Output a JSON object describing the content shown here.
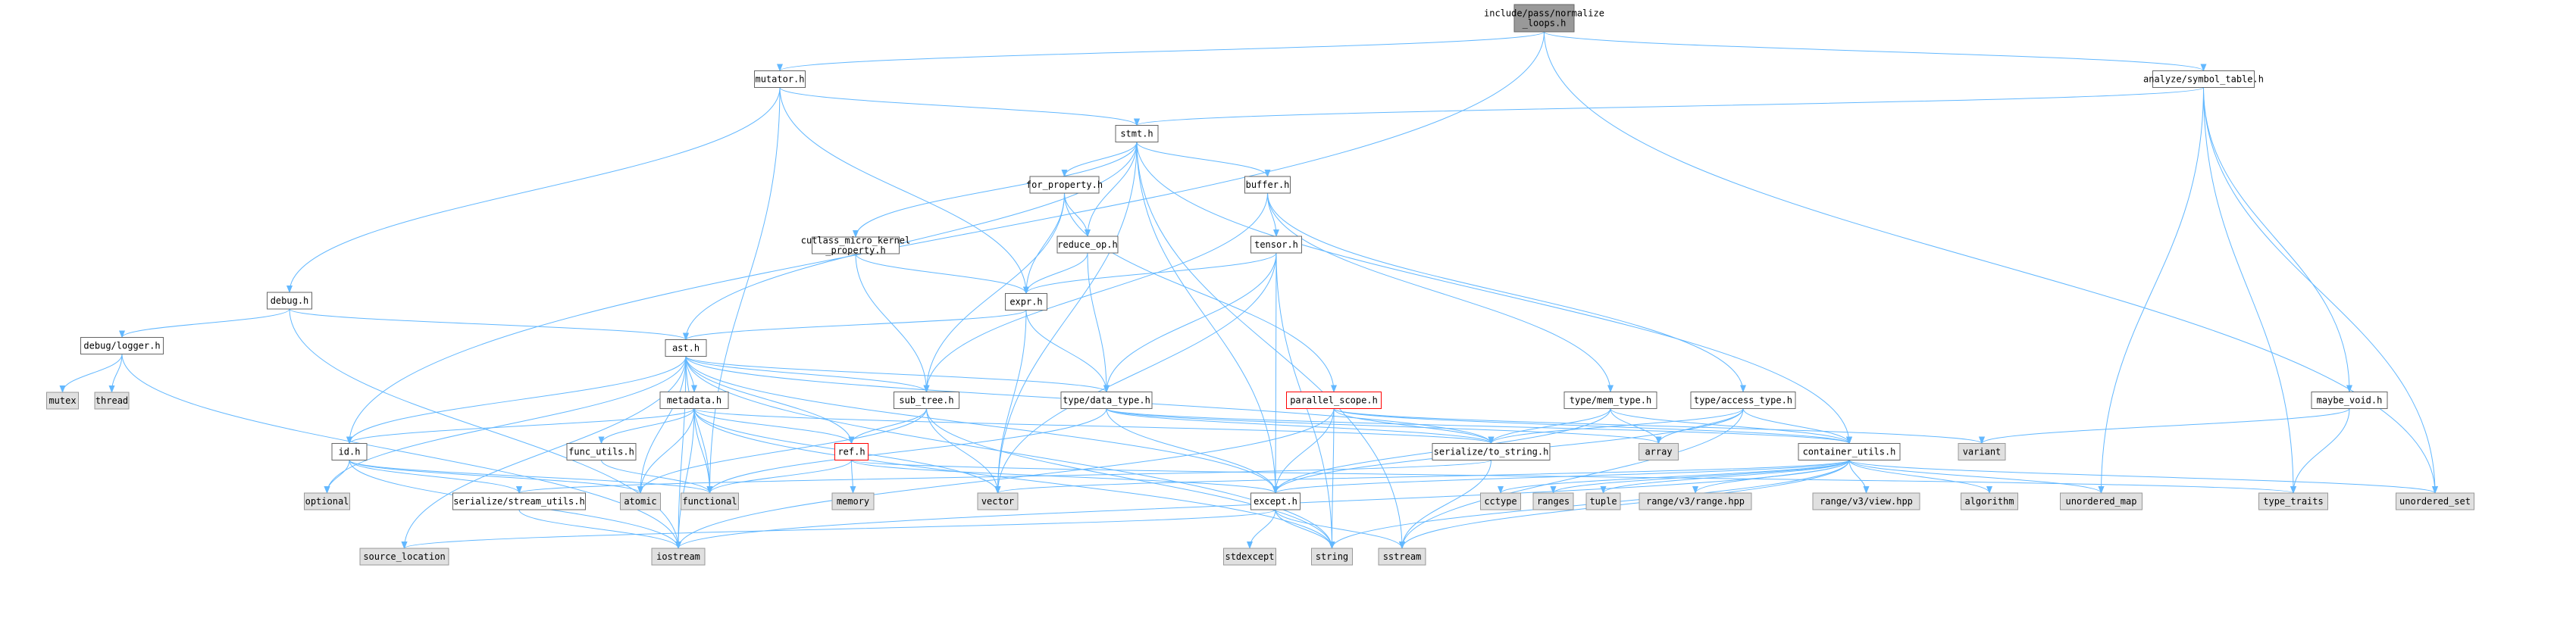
{
  "graph": {
    "colors": {
      "edge": "#63B8FF",
      "root_fill": "#999999",
      "local_fill": "#FFFFFF",
      "external_fill": "#E0E0E0",
      "border": "#666666",
      "external_border": "#999999",
      "highlight_border": "#FF0000",
      "text": "#000000"
    },
    "nodes": [
      {
        "id": "root",
        "label": "include/pass/normalize\n_loops.h",
        "kind": "root"
      },
      {
        "id": "mutator",
        "label": "mutator.h",
        "kind": "local"
      },
      {
        "id": "analyze",
        "label": "analyze/symbol_table.h",
        "kind": "local"
      },
      {
        "id": "stmt",
        "label": "stmt.h",
        "kind": "local"
      },
      {
        "id": "for_property",
        "label": "for_property.h",
        "kind": "local"
      },
      {
        "id": "buffer",
        "label": "buffer.h",
        "kind": "local"
      },
      {
        "id": "cutlass",
        "label": "cutlass_micro_kernel\n_property.h",
        "kind": "local"
      },
      {
        "id": "reduce_op",
        "label": "reduce_op.h",
        "kind": "local"
      },
      {
        "id": "tensor",
        "label": "tensor.h",
        "kind": "local"
      },
      {
        "id": "debug",
        "label": "debug.h",
        "kind": "local"
      },
      {
        "id": "expr",
        "label": "expr.h",
        "kind": "local"
      },
      {
        "id": "debug_logger",
        "label": "debug/logger.h",
        "kind": "local"
      },
      {
        "id": "ast",
        "label": "ast.h",
        "kind": "local"
      },
      {
        "id": "mutex",
        "label": "mutex",
        "kind": "external"
      },
      {
        "id": "thread",
        "label": "thread",
        "kind": "external"
      },
      {
        "id": "metadata",
        "label": "metadata.h",
        "kind": "local"
      },
      {
        "id": "sub_tree",
        "label": "sub_tree.h",
        "kind": "local"
      },
      {
        "id": "data_type",
        "label": "type/data_type.h",
        "kind": "local"
      },
      {
        "id": "parallel_scope",
        "label": "parallel_scope.h",
        "kind": "highlight"
      },
      {
        "id": "mem_type",
        "label": "type/mem_type.h",
        "kind": "local"
      },
      {
        "id": "access_type",
        "label": "type/access_type.h",
        "kind": "local"
      },
      {
        "id": "maybe_void",
        "label": "maybe_void.h",
        "kind": "local"
      },
      {
        "id": "id",
        "label": "id.h",
        "kind": "local"
      },
      {
        "id": "func_utils",
        "label": "func_utils.h",
        "kind": "local"
      },
      {
        "id": "ref",
        "label": "ref.h",
        "kind": "highlight"
      },
      {
        "id": "serialize_to_string",
        "label": "serialize/to_string.h",
        "kind": "local"
      },
      {
        "id": "array",
        "label": "array",
        "kind": "external"
      },
      {
        "id": "variant",
        "label": "variant",
        "kind": "external"
      },
      {
        "id": "container_utils",
        "label": "container_utils.h",
        "kind": "local"
      },
      {
        "id": "optional",
        "label": "optional",
        "kind": "external"
      },
      {
        "id": "stream_utils",
        "label": "serialize/stream_utils.h",
        "kind": "local"
      },
      {
        "id": "atomic",
        "label": "atomic",
        "kind": "external"
      },
      {
        "id": "functional",
        "label": "functional",
        "kind": "external"
      },
      {
        "id": "memory",
        "label": "memory",
        "kind": "external"
      },
      {
        "id": "vector",
        "label": "vector",
        "kind": "external"
      },
      {
        "id": "except",
        "label": "except.h",
        "kind": "local"
      },
      {
        "id": "cctype",
        "label": "cctype",
        "kind": "external"
      },
      {
        "id": "ranges",
        "label": "ranges",
        "kind": "external"
      },
      {
        "id": "tuple",
        "label": "tuple",
        "kind": "external"
      },
      {
        "id": "range_v3_range",
        "label": "range/v3/range.hpp",
        "kind": "external"
      },
      {
        "id": "range_v3_view",
        "label": "range/v3/view.hpp",
        "kind": "external"
      },
      {
        "id": "algorithm",
        "label": "algorithm",
        "kind": "external"
      },
      {
        "id": "unordered_map",
        "label": "unordered_map",
        "kind": "external"
      },
      {
        "id": "type_traits",
        "label": "type_traits",
        "kind": "external"
      },
      {
        "id": "unordered_set",
        "label": "unordered_set",
        "kind": "external"
      },
      {
        "id": "source_location",
        "label": "source_location",
        "kind": "external"
      },
      {
        "id": "iostream",
        "label": "iostream",
        "kind": "external"
      },
      {
        "id": "stdexcept",
        "label": "stdexcept",
        "kind": "external"
      },
      {
        "id": "string",
        "label": "string",
        "kind": "external"
      },
      {
        "id": "sstream",
        "label": "sstream",
        "kind": "external"
      }
    ],
    "edges": [
      [
        "root",
        "mutator"
      ],
      [
        "root",
        "analyze"
      ],
      [
        "root",
        "unordered_set"
      ],
      [
        "root",
        "id"
      ],
      [
        "mutator",
        "stmt"
      ],
      [
        "mutator",
        "debug"
      ],
      [
        "mutator",
        "expr"
      ],
      [
        "mutator",
        "functional"
      ],
      [
        "analyze",
        "stmt"
      ],
      [
        "analyze",
        "maybe_void"
      ],
      [
        "analyze",
        "unordered_map"
      ],
      [
        "analyze",
        "type_traits"
      ],
      [
        "analyze",
        "unordered_set"
      ],
      [
        "stmt",
        "for_property"
      ],
      [
        "stmt",
        "buffer"
      ],
      [
        "stmt",
        "cutlass"
      ],
      [
        "stmt",
        "reduce_op"
      ],
      [
        "stmt",
        "ast"
      ],
      [
        "stmt",
        "container_utils"
      ],
      [
        "stmt",
        "except"
      ],
      [
        "stmt",
        "vector"
      ],
      [
        "stmt",
        "sstream"
      ],
      [
        "for_property",
        "reduce_op"
      ],
      [
        "for_property",
        "expr"
      ],
      [
        "for_property",
        "parallel_scope"
      ],
      [
        "for_property",
        "sub_tree"
      ],
      [
        "buffer",
        "tensor"
      ],
      [
        "buffer",
        "mem_type"
      ],
      [
        "buffer",
        "access_type"
      ],
      [
        "buffer",
        "sub_tree"
      ],
      [
        "cutlass",
        "expr"
      ],
      [
        "cutlass",
        "sub_tree"
      ],
      [
        "reduce_op",
        "expr"
      ],
      [
        "reduce_op",
        "data_type"
      ],
      [
        "tensor",
        "expr"
      ],
      [
        "tensor",
        "data_type"
      ],
      [
        "tensor",
        "except"
      ],
      [
        "tensor",
        "vector"
      ],
      [
        "tensor",
        "string"
      ],
      [
        "debug",
        "debug_logger"
      ],
      [
        "debug",
        "ast"
      ],
      [
        "debug",
        "iostream"
      ],
      [
        "debug_logger",
        "mutex"
      ],
      [
        "debug_logger",
        "thread"
      ],
      [
        "debug_logger",
        "iostream"
      ],
      [
        "expr",
        "ast"
      ],
      [
        "expr",
        "data_type"
      ],
      [
        "expr",
        "vector"
      ],
      [
        "ast",
        "metadata"
      ],
      [
        "ast",
        "sub_tree"
      ],
      [
        "ast",
        "data_type"
      ],
      [
        "ast",
        "id"
      ],
      [
        "ast",
        "ref"
      ],
      [
        "ast",
        "serialize_to_string"
      ],
      [
        "ast",
        "atomic"
      ],
      [
        "ast",
        "functional"
      ],
      [
        "ast",
        "optional"
      ],
      [
        "ast",
        "iostream"
      ],
      [
        "ast",
        "source_location"
      ],
      [
        "ast",
        "except"
      ],
      [
        "ast",
        "string"
      ],
      [
        "metadata",
        "id"
      ],
      [
        "metadata",
        "func_utils"
      ],
      [
        "metadata",
        "ref"
      ],
      [
        "metadata",
        "serialize_to_string"
      ],
      [
        "metadata",
        "atomic"
      ],
      [
        "metadata",
        "functional"
      ],
      [
        "metadata",
        "iostream"
      ],
      [
        "metadata",
        "vector"
      ],
      [
        "metadata",
        "string"
      ],
      [
        "sub_tree",
        "ref"
      ],
      [
        "sub_tree",
        "atomic"
      ],
      [
        "sub_tree",
        "vector"
      ],
      [
        "sub_tree",
        "string"
      ],
      [
        "data_type",
        "serialize_to_string"
      ],
      [
        "data_type",
        "except"
      ],
      [
        "data_type",
        "functional"
      ],
      [
        "data_type",
        "array"
      ],
      [
        "data_type",
        "container_utils"
      ],
      [
        "parallel_scope",
        "serialize_to_string"
      ],
      [
        "parallel_scope",
        "except"
      ],
      [
        "parallel_scope",
        "variant"
      ],
      [
        "parallel_scope",
        "container_utils"
      ],
      [
        "parallel_scope",
        "string"
      ],
      [
        "parallel_scope",
        "iostream"
      ],
      [
        "mem_type",
        "serialize_to_string"
      ],
      [
        "mem_type",
        "except"
      ],
      [
        "mem_type",
        "array"
      ],
      [
        "mem_type",
        "container_utils"
      ],
      [
        "access_type",
        "serialize_to_string"
      ],
      [
        "access_type",
        "except"
      ],
      [
        "access_type",
        "array"
      ],
      [
        "access_type",
        "container_utils"
      ],
      [
        "access_type",
        "sstream"
      ],
      [
        "maybe_void",
        "variant"
      ],
      [
        "maybe_void",
        "type_traits"
      ],
      [
        "id",
        "stream_utils"
      ],
      [
        "id",
        "atomic"
      ],
      [
        "id",
        "functional"
      ],
      [
        "id",
        "optional"
      ],
      [
        "id",
        "iostream"
      ],
      [
        "func_utils",
        "functional"
      ],
      [
        "ref",
        "memory"
      ],
      [
        "ref",
        "except"
      ],
      [
        "ref",
        "functional"
      ],
      [
        "ref",
        "type_traits"
      ],
      [
        "serialize_to_string",
        "sstream"
      ],
      [
        "serialize_to_string",
        "stream_utils"
      ],
      [
        "container_utils",
        "except"
      ],
      [
        "container_utils",
        "cctype"
      ],
      [
        "container_utils",
        "ranges"
      ],
      [
        "container_utils",
        "tuple"
      ],
      [
        "container_utils",
        "range_v3_range"
      ],
      [
        "container_utils",
        "range_v3_view"
      ],
      [
        "container_utils",
        "algorithm"
      ],
      [
        "container_utils",
        "unordered_map"
      ],
      [
        "container_utils",
        "unordered_set"
      ],
      [
        "container_utils",
        "vector"
      ],
      [
        "container_utils",
        "string"
      ],
      [
        "container_utils",
        "sstream"
      ],
      [
        "container_utils",
        "iostream"
      ],
      [
        "stream_utils",
        "iostream"
      ],
      [
        "except",
        "stdexcept"
      ],
      [
        "except",
        "string"
      ],
      [
        "except",
        "sstream"
      ],
      [
        "except",
        "source_location"
      ]
    ]
  }
}
